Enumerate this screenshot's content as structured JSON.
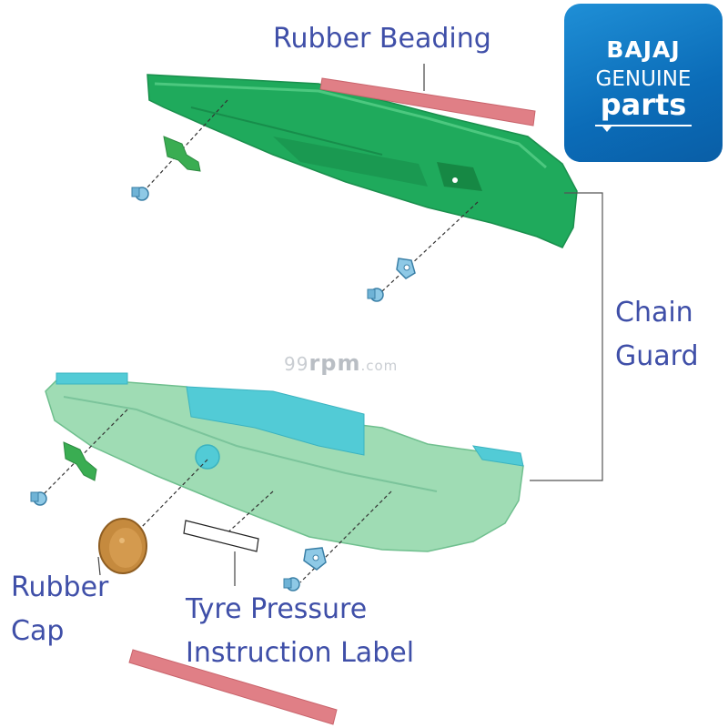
{
  "labels": {
    "rubber_beading": "Rubber Beading",
    "chain_guard": [
      "Chain",
      "Guard"
    ],
    "rubber_cap": [
      "Rubber",
      "Cap"
    ],
    "tyre_label": [
      "Tyre Pressure",
      "Instruction Label"
    ]
  },
  "brand": {
    "name": "BAJAJ",
    "sub": "GENUINE",
    "parts": "parts"
  },
  "watermark": {
    "start": "99",
    "mid": "rpm",
    "end": ".com"
  },
  "colors": {
    "upper_guard": "#1faa5c",
    "lower_guard": "#9fdcb4",
    "lower_guard_inner": "#52cbd6",
    "beading": "#e07f86",
    "cap": "#c58a3e",
    "label_text": "#3f4fa8",
    "brand_bg": "#0b6cb8",
    "bolt": "#8ec9e6",
    "clip": "#3aad52"
  }
}
